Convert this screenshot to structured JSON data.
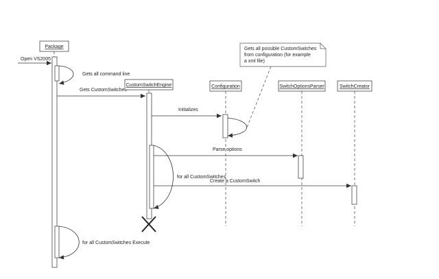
{
  "lifelines": {
    "package": "Package",
    "engine": "CustomSwitchEngine",
    "configuration": "Configuration",
    "parser": "SwitchOptionsParser",
    "creator": "SwitchCreator"
  },
  "messages": {
    "open_vs": "Open VS2005",
    "gets_command_line": "Gets all command line",
    "gets_custom_switches": "Gets CustomSwitches",
    "initializes": "Initializes",
    "parse_options": "Parse options",
    "for_all_switches": "for all CustomSwitches",
    "create_switch": "Create a CustomSwitch",
    "for_all_execute": "for all CustomSwitches Execute"
  },
  "note": {
    "line1": "Gets all possible CustomSwitches",
    "line2": "from configuration (for example",
    "line3": "a xml file)"
  }
}
